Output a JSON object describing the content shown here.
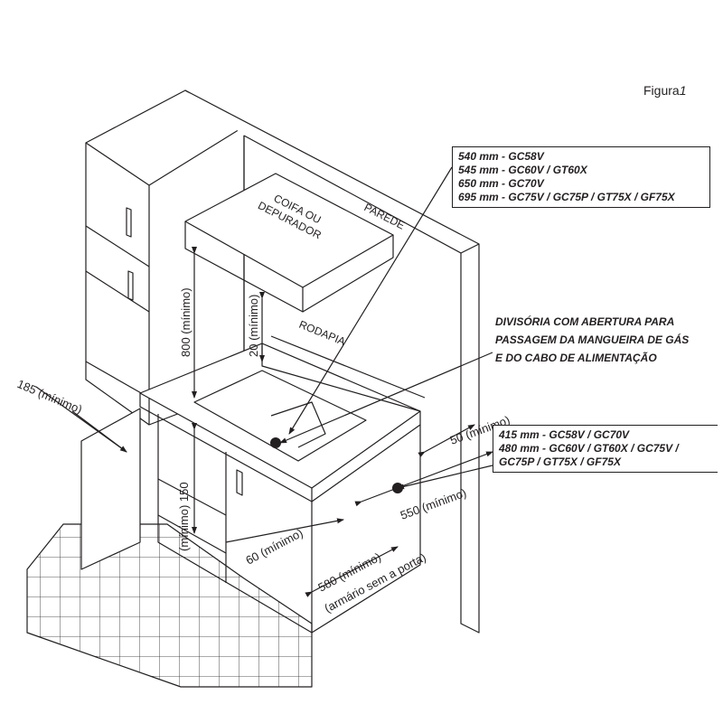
{
  "figure": {
    "label": "Figura",
    "number": "1"
  },
  "labels": {
    "hood": [
      "COIFA OU",
      "DEPURADOR"
    ],
    "wall": "PAREDE",
    "baseboard": "RODAPIA",
    "note": [
      "DIVISÓRIA COM ABERTURA PARA",
      "PASSAGEM DA MANGUEIRA DE GÁS",
      "E DO CABO DE ALIMENTAÇÃO"
    ]
  },
  "hood_heights": [
    "540 mm - GC58V",
    "545 mm - GC60V / GT60X",
    "650 mm - GC70V",
    "695 mm - GC75V / GC75P / GT75X / GF75X"
  ],
  "cutout_widths": [
    "415 mm - GC58V / GC70V",
    "480 mm - GC60V / GT60X / GC75V /",
    "GC75P / GT75X / GF75X"
  ],
  "dimensions": {
    "d800": "800 (mínimo)",
    "d20": "20 (mínimo)",
    "d185": "185 (mínimo)",
    "d150": "(mínimo) 150",
    "d60": "60 (mínimo)",
    "d50": "50 (mínimo)",
    "d550": "550 (mínimo)",
    "d580": "580 (mínimo)",
    "d580_note": "(armário sem a porta)"
  },
  "colors": {
    "line": "#231f20",
    "background": "#ffffff"
  }
}
